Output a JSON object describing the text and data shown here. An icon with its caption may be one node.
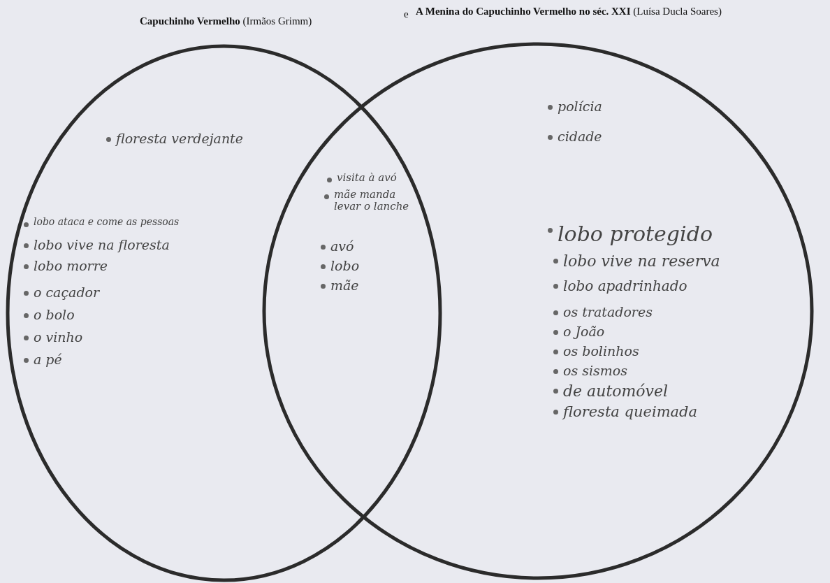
{
  "diagram": {
    "nodes": [
      {
        "text": [
          "**Capuchinho Vermelho** (Irmãos Grimm)",
          "floresta verdejante",
          "lobo ataca e come as pessoas",
          "lobo vive na floresta",
          "lobo morre",
          "o caçador",
          "o bolo",
          "o vinho",
          "a pé"
        ]
      },
      {
        "text": [
          "**A Menina do Capuchinho Vermelho no séc. XXI** (Luísa Ducla Soares)",
          "polícia",
          "cidade",
          "lobo protegido",
          "lobo vive na reserva",
          "lobo apadrinhado",
          "os tratadores",
          "o João",
          "os bolinhos",
          "os sismos",
          "de automóvel",
          "floresta queimada"
        ]
      }
    ],
    "labels": [
      "e",
      "visita à avó",
      "mãe manda levar o lanche",
      "avó",
      "lobo",
      "mãe"
    ]
  }
}
